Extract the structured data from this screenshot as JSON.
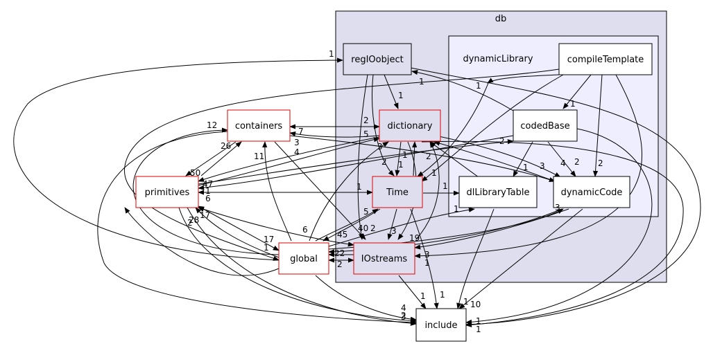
{
  "clusters": {
    "db": {
      "label": "db"
    },
    "dynamicLibrary": {
      "label": "dynamicLibrary"
    }
  },
  "nodes": {
    "regIOobject": {
      "label": "regIOobject",
      "border": "#000000",
      "fill": "#dedeef"
    },
    "compileTemplate": {
      "label": "compileTemplate",
      "border": "#000000",
      "fill": "#ffffff"
    },
    "dictionary": {
      "label": "dictionary",
      "border": "#e00000",
      "fill": "#dedeef"
    },
    "codedBase": {
      "label": "codedBase",
      "border": "#000000",
      "fill": "#ffffff"
    },
    "containers": {
      "label": "containers",
      "border": "#e00000",
      "fill": "#ffffff"
    },
    "primitives": {
      "label": "primitives",
      "border": "#e00000",
      "fill": "#ffffff"
    },
    "Time": {
      "label": "Time",
      "border": "#e00000",
      "fill": "#dedeef"
    },
    "dlLibraryTable": {
      "label": "dlLibraryTable",
      "border": "#000000",
      "fill": "#ffffff"
    },
    "dynamicCode": {
      "label": "dynamicCode",
      "border": "#000000",
      "fill": "#ffffff"
    },
    "global": {
      "label": "global",
      "border": "#e00000",
      "fill": "#ffffff"
    },
    "IOstreams": {
      "label": "IOstreams",
      "border": "#e00000",
      "fill": "#dedeef"
    },
    "include": {
      "label": "include",
      "border": "#000000",
      "fill": "#ffffff"
    }
  },
  "colors": {
    "cluster_db_fill": "#dedeef",
    "cluster_dynlib_fill": "#eeeeff",
    "cluster_border": "#000000",
    "edge": "#000000"
  },
  "edge_labels": [
    {
      "id": "l01",
      "text": "1"
    },
    {
      "id": "l02",
      "text": "1"
    },
    {
      "id": "l03",
      "text": "1"
    },
    {
      "id": "l04",
      "text": "1"
    },
    {
      "id": "l05",
      "text": "1"
    },
    {
      "id": "l06",
      "text": "1"
    },
    {
      "id": "l07",
      "text": "12"
    },
    {
      "id": "l08",
      "text": "7"
    },
    {
      "id": "l09",
      "text": "2"
    },
    {
      "id": "l10",
      "text": "5"
    },
    {
      "id": "l11",
      "text": "3"
    },
    {
      "id": "l12",
      "text": "26"
    },
    {
      "id": "l13",
      "text": "4"
    },
    {
      "id": "l14",
      "text": "11"
    },
    {
      "id": "l15",
      "text": "3"
    },
    {
      "id": "l16",
      "text": "2"
    },
    {
      "id": "l17",
      "text": "2"
    },
    {
      "id": "l18",
      "text": "1"
    },
    {
      "id": "l19",
      "text": "1"
    },
    {
      "id": "l20",
      "text": "1"
    },
    {
      "id": "l21",
      "text": "2"
    },
    {
      "id": "l22",
      "text": "3"
    },
    {
      "id": "l23",
      "text": "4"
    },
    {
      "id": "l24",
      "text": "2"
    },
    {
      "id": "l25",
      "text": "2"
    },
    {
      "id": "l26",
      "text": "50"
    },
    {
      "id": "l27",
      "text": "47"
    },
    {
      "id": "l28",
      "text": "1"
    },
    {
      "id": "l29",
      "text": "6"
    },
    {
      "id": "l30",
      "text": "1"
    },
    {
      "id": "l31",
      "text": "1"
    },
    {
      "id": "l32",
      "text": "28"
    },
    {
      "id": "l33",
      "text": "17"
    },
    {
      "id": "l34",
      "text": "2"
    },
    {
      "id": "l35",
      "text": "17"
    },
    {
      "id": "l36",
      "text": "1"
    },
    {
      "id": "l37",
      "text": "5"
    },
    {
      "id": "l38",
      "text": "6"
    },
    {
      "id": "l39",
      "text": "45"
    },
    {
      "id": "l40",
      "text": "40"
    },
    {
      "id": "l41",
      "text": "2"
    },
    {
      "id": "l42",
      "text": "3"
    },
    {
      "id": "l43",
      "text": "19"
    },
    {
      "id": "l44",
      "text": "3"
    },
    {
      "id": "l45",
      "text": "1"
    },
    {
      "id": "l46",
      "text": "22"
    },
    {
      "id": "l47",
      "text": "2"
    },
    {
      "id": "l48",
      "text": "1"
    },
    {
      "id": "l49",
      "text": "3"
    },
    {
      "id": "l50",
      "text": "1"
    },
    {
      "id": "l51",
      "text": "1"
    },
    {
      "id": "l52",
      "text": "1"
    },
    {
      "id": "l53",
      "text": "10"
    },
    {
      "id": "l54",
      "text": "4"
    },
    {
      "id": "l55",
      "text": "2"
    },
    {
      "id": "l56",
      "text": "3"
    },
    {
      "id": "l57",
      "text": "1"
    },
    {
      "id": "l58",
      "text": "1"
    }
  ]
}
